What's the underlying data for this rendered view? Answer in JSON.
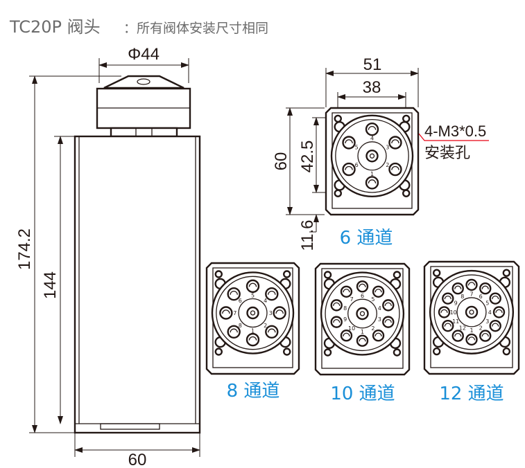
{
  "header": {
    "title": "TC20P 阀头",
    "subtitle": "：所有阀体安装尺寸相同"
  },
  "side_view": {
    "dim_cap_diameter": "Φ44",
    "dim_total_height": "174.2",
    "dim_body_height": "144",
    "dim_width": "60"
  },
  "top_view": {
    "dim_outer_width": "51",
    "dim_hole_spacing_x": "38",
    "dim_height": "60",
    "dim_hole_spacing_y": "42.5",
    "dim_offset": "11.6",
    "callout_thread": "4-M3*0.5",
    "callout_label": "安装孔",
    "callout_color": "#e60012"
  },
  "variants": [
    {
      "label": "6 通道",
      "channels": 6,
      "ports": [
        "1",
        "2",
        "3",
        "4",
        "5",
        "6"
      ]
    },
    {
      "label": "8 通道",
      "channels": 8,
      "ports": [
        "1",
        "2",
        "3",
        "4",
        "5",
        "6",
        "7",
        "8"
      ]
    },
    {
      "label": "10 通道",
      "channels": 10,
      "ports": [
        "1",
        "2",
        "3",
        "4",
        "5",
        "6",
        "7",
        "8",
        "9",
        "10"
      ]
    },
    {
      "label": "12 通道",
      "channels": 12,
      "ports": [
        "1",
        "2",
        "3",
        "4",
        "5",
        "6",
        "7",
        "8",
        "9",
        "10",
        "11",
        "12"
      ]
    }
  ],
  "colors": {
    "accent": "#1a8fd8",
    "line": "#231815",
    "title": "#6b6b6b"
  }
}
